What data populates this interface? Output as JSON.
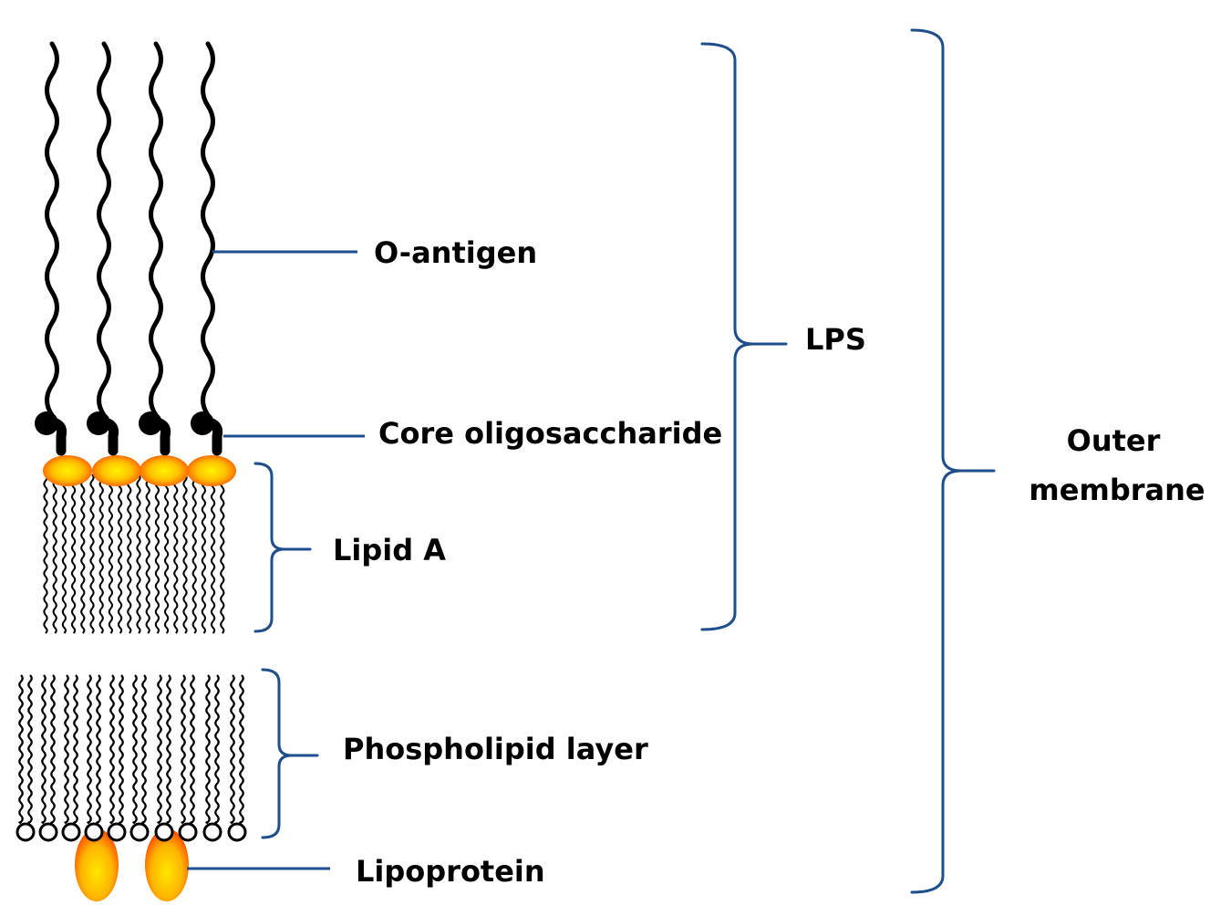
{
  "labels": {
    "o_antigen": "O-antigen",
    "core": "Core oligosaccharide",
    "lipid_a": "Lipid A",
    "lps": "LPS",
    "outer_line1": "Outer",
    "outer_line2": "membrane",
    "phospholipid": "Phospholipid layer",
    "lipoprotein": "Lipoprotein"
  },
  "colors": {
    "bracket": "#1f4e8c",
    "chain": "#000000",
    "head_outer": "#ff4a00",
    "head_inner": "#ffd000",
    "text": "#000000"
  }
}
